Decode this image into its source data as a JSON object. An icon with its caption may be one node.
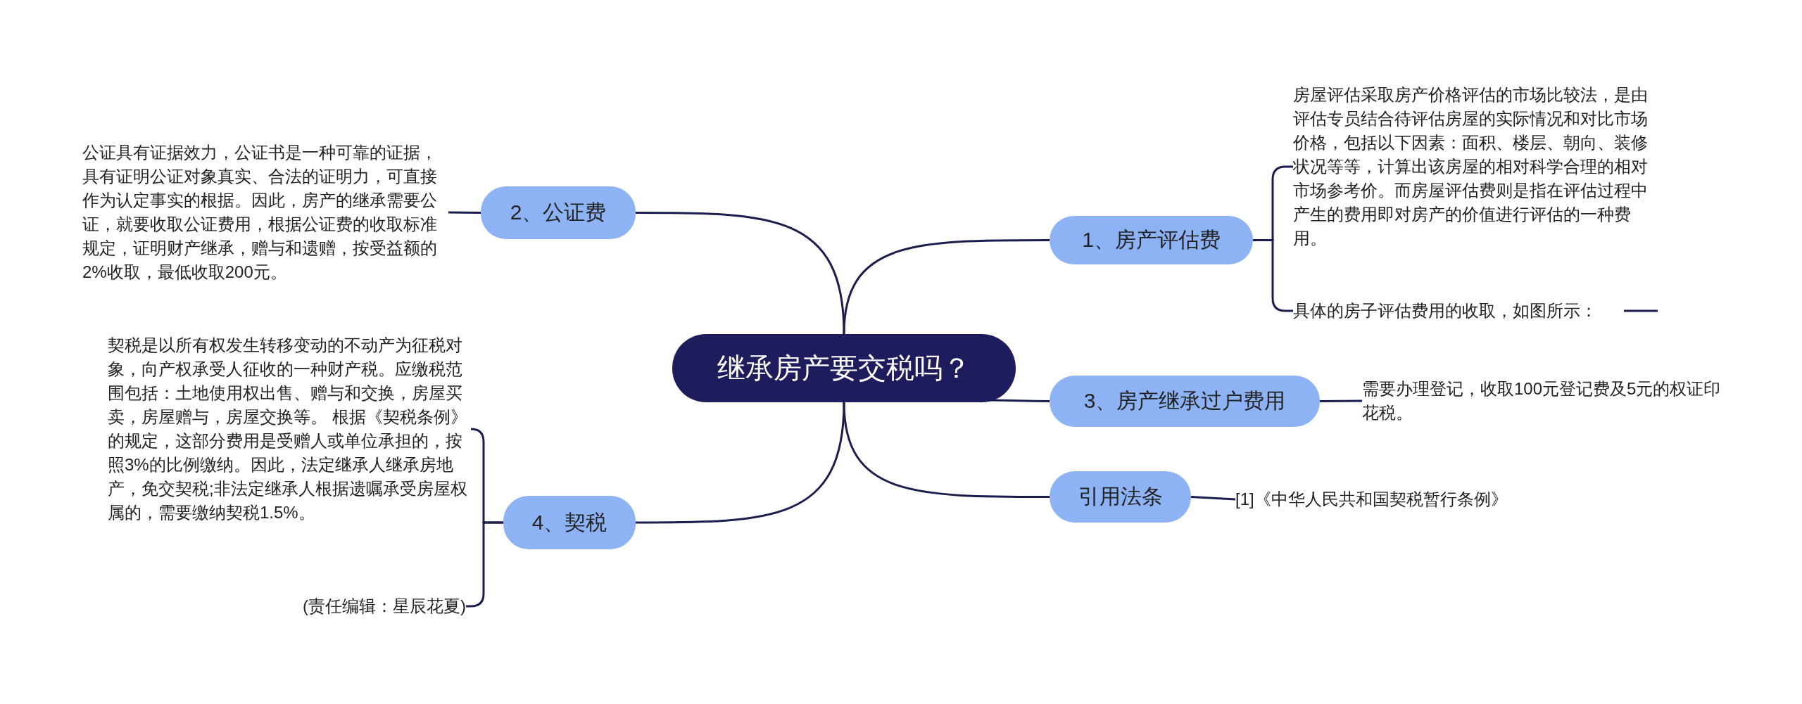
{
  "diagram": {
    "nodes": [
      {
        "text": [
          "继承房产要交税吗？"
        ]
      },
      {
        "text": [
          "1、房产评估费"
        ]
      },
      {
        "text": [
          "2、公证费"
        ]
      },
      {
        "text": [
          "3、房产继承过户费用"
        ]
      },
      {
        "text": [
          "引用法条"
        ]
      },
      {
        "text": [
          "4、契税"
        ]
      },
      {
        "text": [
          "房屋评估采取房产价格评估的市场比较法，是由评估专员结合待评估房屋的实际情况和对比市场价格，包括以下因素：面积、楼层、朝向、装修状况等等，计算出该房屋的相对科学合理的相对市场参考价。而房屋评估费则是指在评估过程中产生的费用即对房产的价值进行评估的一种费用。"
        ]
      },
      {
        "text": [
          "具体的房子评估费用的收取，如图所示："
        ]
      },
      {
        "text": [
          "公证具有证据效力，公证书是一种可靠的证据，具有证明公证对象真实、合法的证明力，可直接作为认定事实的根据。因此，房产的继承需要公证，就要收取公证费用，根据公证费的收取标准规定，证明财产继承，赠与和遗赠，按受益额的2%收取，最低收取200元。"
        ]
      },
      {
        "text": [
          "契税是以所有权发生转移变动的不动产为征税对象，向产权承受人征收的一种财产税。应缴税范围包括：土地使用权出售、赠与和交换，房屋买卖，房屋赠与，房屋交换等。 根据《契税条例》的规定，这部分费用是受赠人或单位承担的，按照3%的比例缴纳。因此，法定继承人继承房地产，免交契税;非法定继承人根据遗嘱承受房屋权属的，需要缴纳契税1.5%。"
        ]
      },
      {
        "text": [
          "(责任编辑：星辰花夏)"
        ]
      },
      {
        "text": [
          "需要办理登记，收取100元登记费及5元的权证印花税。"
        ]
      },
      {
        "text": [
          "[1]《中华人民共和国契税暂行条例》"
        ]
      }
    ],
    "edges": [
      {
        "from": 0,
        "to": 1,
        "arrow": "none"
      },
      {
        "from": 0,
        "to": 2,
        "arrow": "none"
      },
      {
        "from": 0,
        "to": 3,
        "arrow": "none"
      },
      {
        "from": 0,
        "to": 4,
        "arrow": "none"
      },
      {
        "from": 0,
        "to": 5,
        "arrow": "none"
      },
      {
        "from": 1,
        "to": 6,
        "arrow": "none"
      },
      {
        "from": 1,
        "to": 7,
        "arrow": "none"
      },
      {
        "from": 2,
        "to": 8,
        "arrow": "none"
      },
      {
        "from": 3,
        "to": 11,
        "arrow": "none"
      },
      {
        "from": 4,
        "to": 12,
        "arrow": "none"
      },
      {
        "from": 5,
        "to": 9,
        "arrow": "none"
      },
      {
        "from": 5,
        "to": 10,
        "arrow": "none"
      },
      {
        "from": 7,
        "to": null,
        "arrow": "none"
      }
    ]
  }
}
